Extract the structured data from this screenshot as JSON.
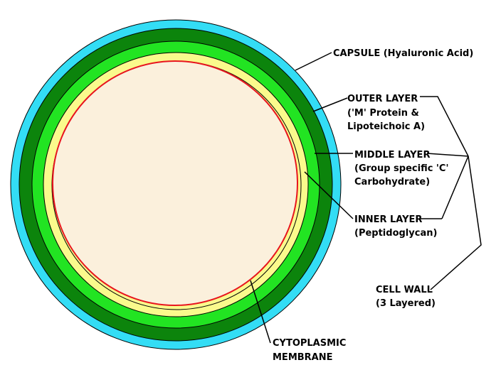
{
  "labels": {
    "capsule": "CAPSULE (Hyaluronic Acid)",
    "outer_1": "OUTER LAYER",
    "outer_2": "('M' Protein &",
    "outer_3": "Lipoteichoic A)",
    "middle_1": "MIDDLE LAYER",
    "middle_2": "(Group specific 'C'",
    "middle_3": "Carbohydrate)",
    "inner_1": "INNER LAYER",
    "inner_2": "(Peptidoglycan)",
    "wall_1": "CELL WALL",
    "wall_2": "(3 Layered)",
    "membrane_1": "CYTOPLASMIC",
    "membrane_2": "MEMBRANE"
  },
  "colors": {
    "capsule": "#33DDF5",
    "outer_layer": "#0C840C",
    "middle_layer": "#22E422",
    "inner_layer": "#FAFA8C",
    "cytoplasmic_membrane": "#E8141E",
    "cytoplasm": "#FBF0DC",
    "line": "#000000"
  }
}
